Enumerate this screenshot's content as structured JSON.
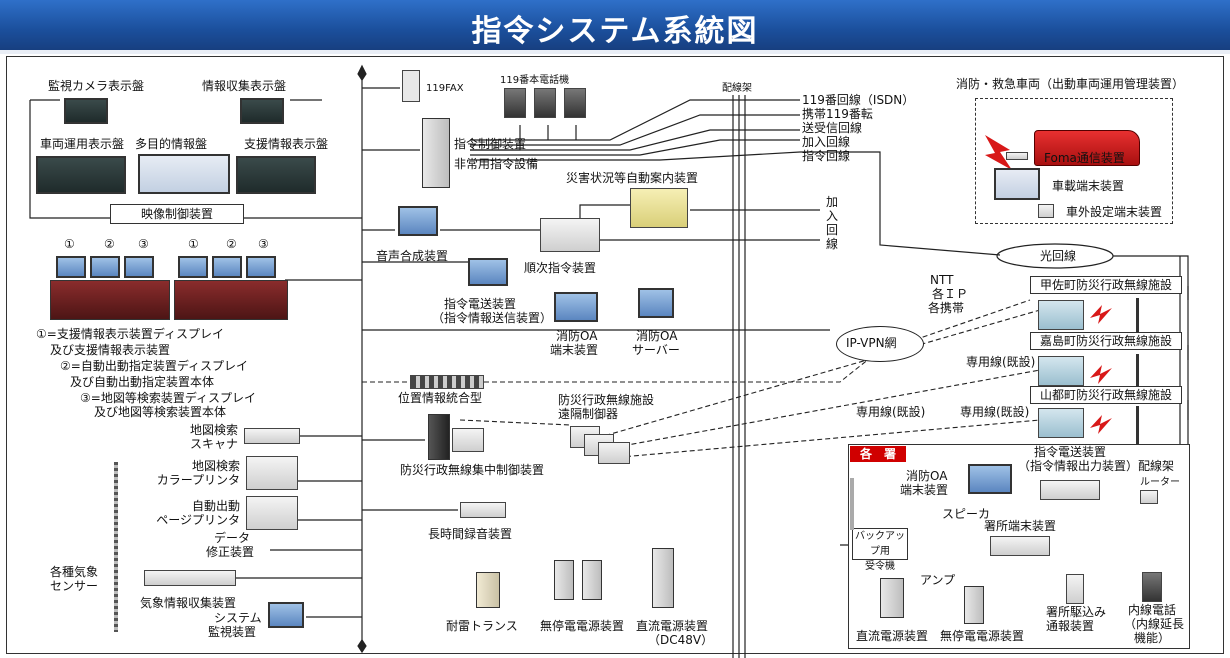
{
  "title": "指令システム系統図",
  "colors": {
    "header": "#1b4f9c",
    "accent_red": "#d81818",
    "station_red": "#d00000"
  },
  "left": {
    "camera_display": "監視カメラ表示盤",
    "info_display": "情報収集表示盤",
    "vehicle_display": "車両運用表示盤",
    "multi_display": "多目的情報盤",
    "support_display": "支援情報表示盤",
    "video_control": "映像制御装置",
    "circled_numbers": [
      "①",
      "②",
      "③",
      "①",
      "②",
      "③"
    ],
    "legend": [
      "①=支援情報表示装置ディスプレイ",
      "及び支援情報表示装置",
      "②=自動出動指定装置ディスプレイ",
      "及び自動出動指定装置本体",
      "③=地図等検索装置ディスプレイ",
      "及び地図等検索装置本体"
    ],
    "map_scanner": [
      "地図検索",
      "スキャナ"
    ],
    "map_printer": [
      "地図検索",
      "カラープリンタ"
    ],
    "page_printer": [
      "自動出動",
      "ページプリンタ"
    ],
    "data_fix": [
      "データ",
      "修正装置"
    ],
    "weather_sensor": [
      "各種気象",
      "センサー"
    ],
    "weather_collector": "気象情報収集装置",
    "system_monitor": [
      "システム",
      "監視装置"
    ]
  },
  "center": {
    "fax": "119FAX",
    "phones": "119番本電話機",
    "command_control": "指令制御装置",
    "emergency_equipment": "非常用指令設備",
    "voice_synth": "音声合成装置",
    "disaster_guide": "災害状況等自動案内装置",
    "sequential": "順次指令装置",
    "telex": [
      "指令電送装置",
      "（指令情報送信装置）"
    ],
    "oa_terminal": [
      "消防OA",
      "端末装置"
    ],
    "oa_server": [
      "消防OA",
      "サーバー"
    ],
    "location_integration": "位置情報統合型",
    "remote_control": [
      "防災行政無線施設",
      "遠隔制御器"
    ],
    "central_control": "防災行政無線集中制御装置",
    "long_recorder": "長時間録音装置",
    "transformer": "耐雷トランス",
    "ups": "無停電電源装置",
    "dc_power": [
      "直流電源装置",
      "（DC48V）"
    ]
  },
  "lines": {
    "mdf": "配線架",
    "isdn": "119番回線（ISDN）",
    "mobile": "携帯119番転",
    "send_receive": "送受信回線",
    "subscriber": "加入回線",
    "command_line": "指令回線",
    "subscriber_vertical": [
      "加",
      "入",
      "回",
      "線"
    ],
    "optical": "光回線",
    "ntt": [
      "NTT",
      "各ＩＰ",
      "各携帯"
    ],
    "ipvpn": "IP-VPN網",
    "leased": "専用線(既設)"
  },
  "vehicle": {
    "title": "消防・救急車両（出動車両運用管理装置）",
    "foma": "Foma通信装置",
    "onboard": "車載端末装置",
    "external": "車外設定端末装置"
  },
  "facilities": [
    "甲佐町防災行政無線施設",
    "嘉島町防災行政無線施設",
    "山都町防災行政無線施設"
  ],
  "station": {
    "label": "各　署",
    "oa": [
      "消防OA",
      "端末装置"
    ],
    "telex": [
      "指令電送装置",
      "（指令情報出力装置）"
    ],
    "mdf": "配線架",
    "router": "ルーター",
    "speaker": "スピーカ",
    "terminal": "署所端末装置",
    "backup": [
      "バックアップ用",
      "受令機"
    ],
    "amp": "アンプ",
    "dc": "直流電源装置",
    "ups": "無停電電源装置",
    "rush": [
      "署所駆込み",
      "通報装置"
    ],
    "ext_phone": [
      "内線電話",
      "（内線延長",
      "機能）"
    ]
  }
}
